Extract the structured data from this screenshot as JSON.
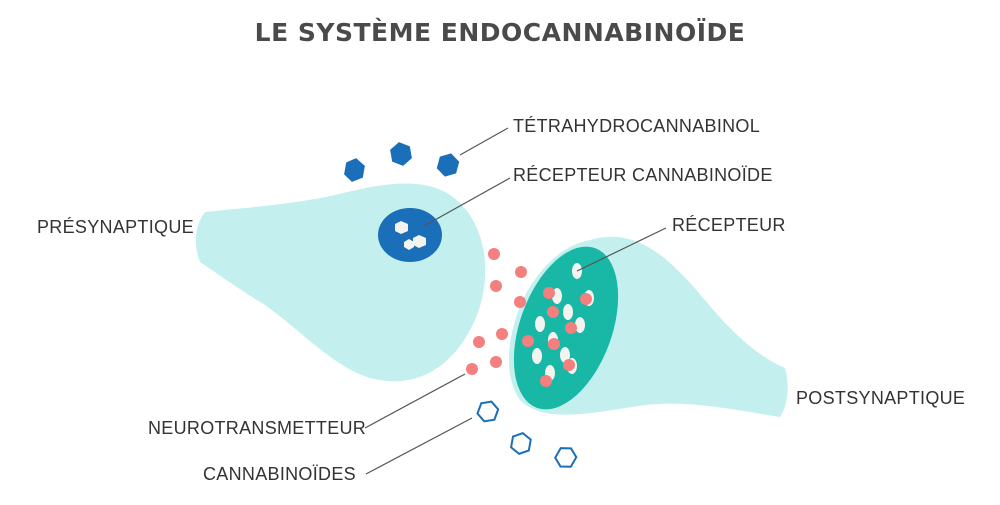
{
  "title": "LE SYSTÈME ENDOCANNABINOÏDE",
  "labels": {
    "thc": "TÉTRAHYDROCANNABINOL",
    "cannabinoid_receptor": "RÉCEPTEUR CANNABINOÏDE",
    "presynaptic": "PRÉSYNAPTIQUE",
    "receptor": "RÉCEPTEUR",
    "postsynaptic": "POSTSYNAPTIQUE",
    "neurotransmitter": "NEUROTRANSMETTEUR",
    "cannabinoids": "CANNABINOÏDES"
  },
  "colors": {
    "neuron": "#c3f0ee",
    "thc_hexagon": "#1a6fb8",
    "cannabinoid_receptor": "#1a6fb8",
    "receptor_field": "#19b7a6",
    "receptor_slot": "#f3f3f0",
    "neurotransmitter": "#f47f7f",
    "cannabinoid_hexagon_outline": "#1a6fb8",
    "leader_line": "#555555",
    "title": "#4a4a4a"
  },
  "icons": {
    "thc": "filled-hexagon",
    "cannabinoid": "outline-hexagon",
    "neurotransmitter": "dot"
  }
}
